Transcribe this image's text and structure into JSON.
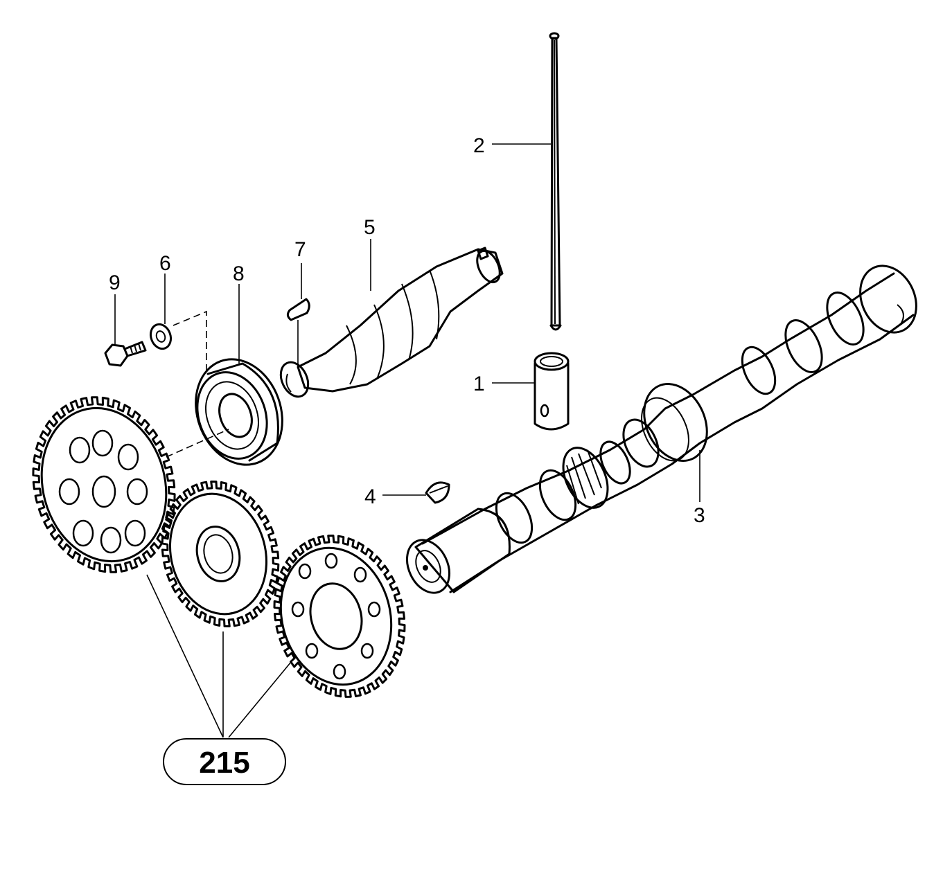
{
  "callouts": {
    "c1": "1",
    "c2": "2",
    "c3": "3",
    "c4": "4",
    "c5": "5",
    "c6": "6",
    "c7": "7",
    "c8": "8",
    "c9": "9"
  },
  "reference": {
    "label": "215"
  }
}
